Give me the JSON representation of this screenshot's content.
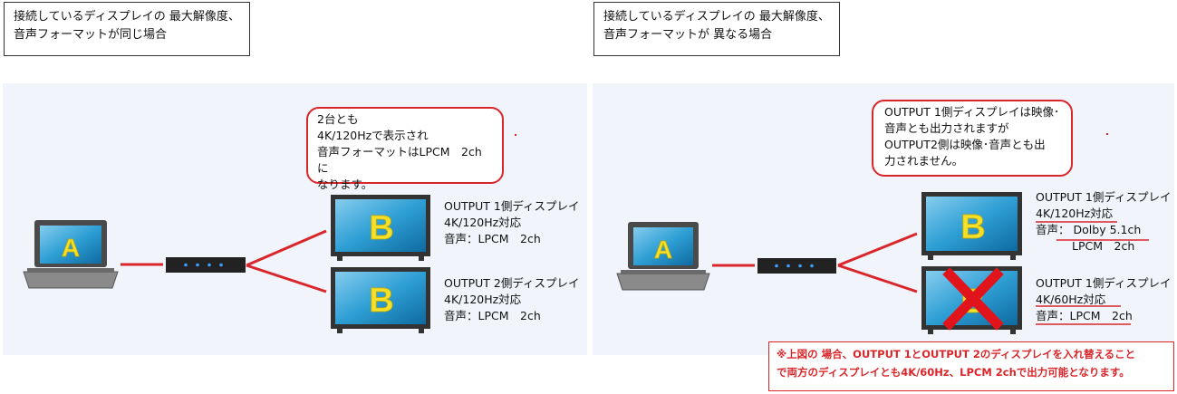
{
  "left": {
    "caption": [
      "接続しているディスプレイの 最大解像度、",
      "音声フォーマットが同じ場合"
    ],
    "callout": [
      "2台とも",
      "4K/120Hzで表示され",
      "音声フォーマットはLPCM　2chに",
      "なります。"
    ],
    "laptop_letter": "A",
    "tv_letter": "B",
    "output1": [
      "OUTPUT 1側ディスプレイ",
      "4K/120Hz対応",
      "音声：LPCM　2ch"
    ],
    "output2": [
      "OUTPUT 2側ディスプレイ",
      "4K/120Hz対応",
      "音声：LPCM　2ch"
    ]
  },
  "right": {
    "caption": [
      "接続しているディスプレイの 最大解像度、",
      "音声フォーマットが 異なる場合"
    ],
    "callout": [
      "OUTPUT 1側ディスプレイは映像･",
      "音声とも出力されますが",
      "OUTPUT2側は映像･音声とも出",
      "力されません。"
    ],
    "laptop_letter": "A",
    "tv_letter": "B",
    "output1": [
      "OUTPUT 1側ディスプレイ",
      "4K/120Hz対応",
      "音声：",
      "Dolby 5.1ch",
      "LPCM　2ch"
    ],
    "output2": [
      "OUTPUT 1側ディスプレイ",
      "4K/60Hz対応",
      "音声：LPCM　2ch"
    ],
    "note": [
      "※上図の 場合、OUTPUT 1とOUTPUT 2のディスプレイを入れ替えること",
      "で両方のディスプレイとも4K/60Hz、LPCM 2chで出力可能となります。"
    ]
  },
  "colors": {
    "accent_red": "#d9262b",
    "screen_blue": "#2e9fd4",
    "screen_dark": "#0e6aa0",
    "letter_yellow": "#f5e12a",
    "panel_bg": "#f1f5fb"
  }
}
